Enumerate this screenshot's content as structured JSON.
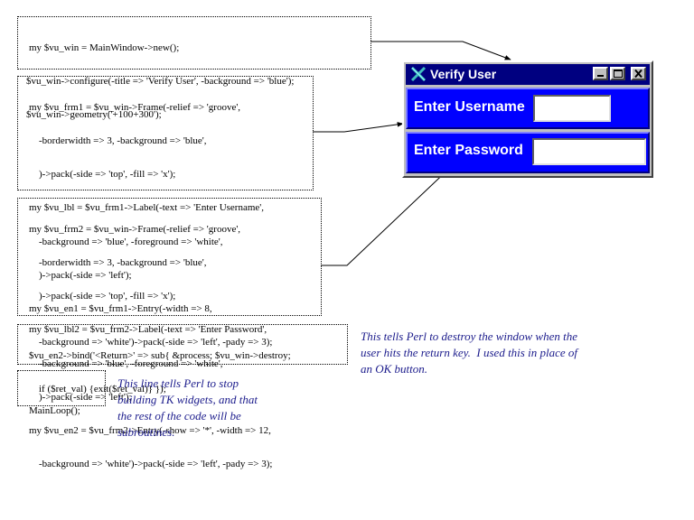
{
  "code_blocks": [
    {
      "lines": [
        "my $vu_win = MainWindow->new();",
        "$vu_win->configure(-title => 'Verify User', -background => 'blue');",
        "$vu_win->geometry('+100+300');"
      ]
    },
    {
      "lines": [
        "my $vu_frm1 = $vu_win->Frame(-relief => 'groove',",
        "    -borderwidth => 3, -background => 'blue',",
        "    )->pack(-side => 'top', -fill => 'x');",
        "my $vu_lbl = $vu_frm1->Label(-text => 'Enter Username',",
        "    -background => 'blue', -foreground => 'white',",
        "    )->pack(-side => 'left');",
        "my $vu_en1 = $vu_frm1->Entry(-width => 8,",
        "    -background => 'white')->pack(-side => 'left', -pady => 3);"
      ]
    },
    {
      "lines": [
        "my $vu_frm2 = $vu_win->Frame(-relief => 'groove',",
        "    -borderwidth => 3, -background => 'blue',",
        "    )->pack(-side => 'top', -fill => 'x');",
        "my $vu_lbl2 = $vu_frm2->Label(-text => 'Enter Password',",
        "    -background => 'blue', -foreground => 'white',",
        "    )->pack(-side => 'left');",
        "my $vu_en2 = $vu_frm2->Entry(-show => '*', -width => 12,",
        "    -background => 'white')->pack(-side => 'left', -pady => 3);"
      ]
    },
    {
      "lines": [
        "$vu_en2->bind('<Return>' => sub{ &process; $vu_win->destroy;",
        "    if ($ret_val) {exit($ret_val)} });"
      ]
    },
    {
      "lines": [
        "MainLoop();"
      ]
    }
  ],
  "notes": {
    "return_key": "This tells Perl to destroy the window when the\nuser hits the return key.  I used this in place of\nan OK button.",
    "mainloop": "This line tells Perl to stop\nbuilding TK widgets, and that\nthe rest of the code will be\nsubroutines."
  },
  "window": {
    "title": "Verify User",
    "username_label": "Enter Username",
    "password_label": "Enter Password",
    "username_value": "",
    "password_value": "",
    "colors": {
      "titlebar": "#000080",
      "frame_background": "#0000ff",
      "label_foreground": "#ffffff",
      "entry_background": "#ffffff",
      "note_text": "#1c1c8c"
    }
  }
}
